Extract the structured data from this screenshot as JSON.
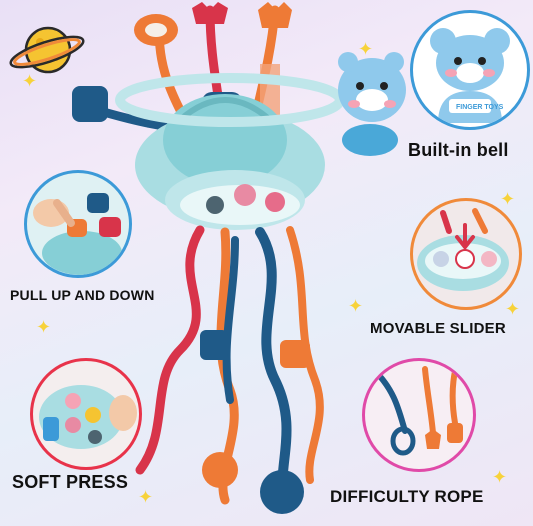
{
  "captions": {
    "bell": "Built-in bell",
    "pull": "PULL UP AND DOWN",
    "slider": "MOVABLE SLIDER",
    "press": "SOFT PRESS",
    "rope": "DIFFICULTY ROPE",
    "shirt_text": "FINGER TOYS"
  },
  "colors": {
    "blue_ring": "#3c9ad8",
    "orange_ring": "#f08a3a",
    "red_ring": "#e8334a",
    "pink_ring": "#e04aa8",
    "teal_body": "#a9dde2",
    "navy": "#1f5a88",
    "orange": "#ee7a36",
    "red": "#d8344a",
    "planet_yellow": "#f5c431"
  },
  "icons": [
    "planet-icon",
    "sparkle-icon",
    "bear-icon",
    "arrow-down-icon"
  ]
}
